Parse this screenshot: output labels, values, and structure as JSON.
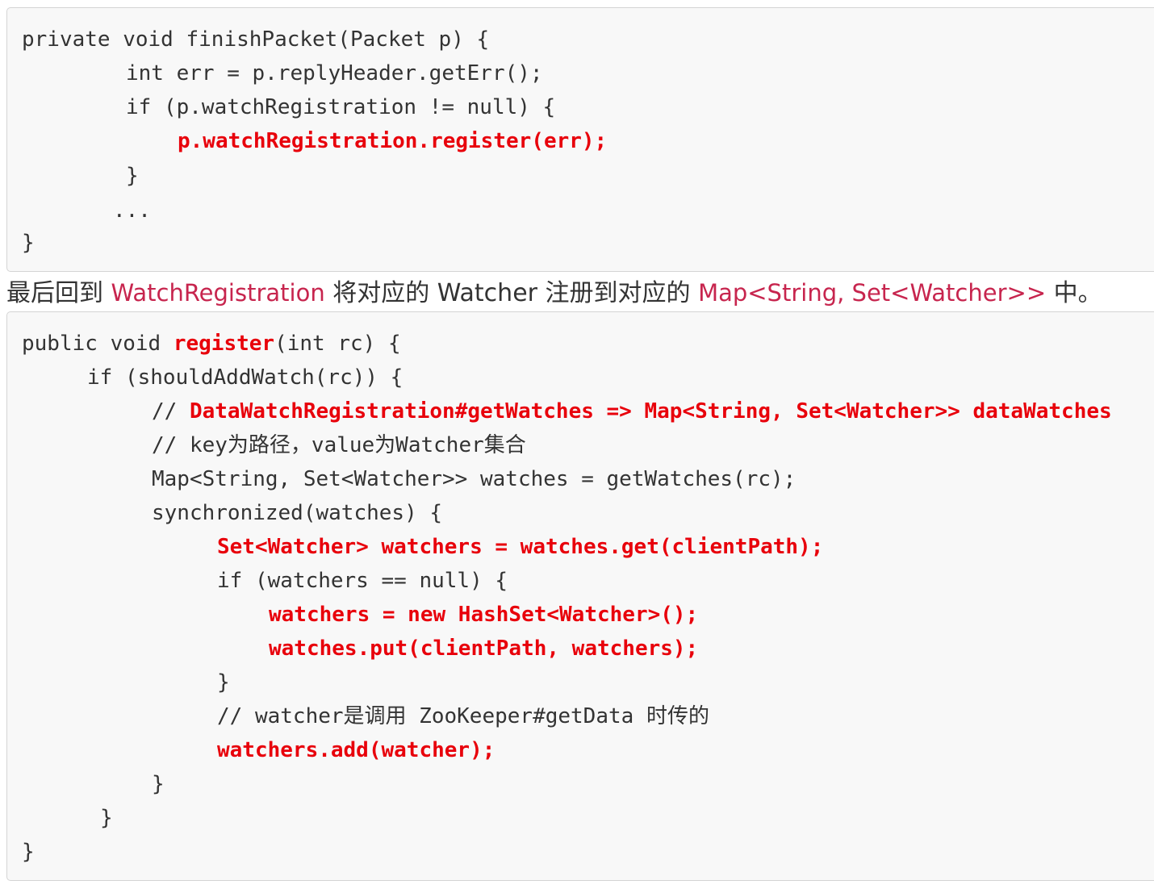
{
  "code_block_1": {
    "lines": [
      "private void finishPacket(Packet p) {",
      "int err = p.replyHeader.getErr();",
      "if (p.watchRegistration != null) {",
      "p.watchRegistration.register(err);",
      "}",
      "...",
      "}"
    ]
  },
  "paragraph": {
    "part1": "最后回到 ",
    "code1": "WatchRegistration",
    "part2": " 将对应的 Watcher 注册到对应的 ",
    "code2": "Map<String, Set<Watcher>>",
    "part3": " 中。"
  },
  "code_block_2": {
    "lines": [
      {
        "pre": "public void ",
        "hl": "register",
        "post": "(int rc) {"
      },
      {
        "text": "if (shouldAddWatch(rc)) {"
      },
      {
        "pre": "// ",
        "hl": "DataWatchRegistration#getWatches => Map<String, Set<Watcher>> dataWatches"
      },
      {
        "text": "// key为路径，value为Watcher集合"
      },
      {
        "text": "Map<String, Set<Watcher>> watches = getWatches(rc);"
      },
      {
        "text": "synchronized(watches) {"
      },
      {
        "text": "Set<Watcher> watchers = watches.get(clientPath);"
      },
      {
        "text": "if (watchers == null) {"
      },
      {
        "text": "watchers = new HashSet<Watcher>();"
      },
      {
        "text": "watches.put(clientPath, watchers);"
      },
      {
        "text": "}"
      },
      {
        "text": "// watcher是调用 ZooKeeper#getData 时传的"
      },
      {
        "text": "watchers.add(watcher);"
      },
      {
        "text": "}"
      },
      {
        "text": "}"
      },
      {
        "text": "}"
      }
    ]
  },
  "colors": {
    "highlight": "#e8000b",
    "inline_code": "#c7254e",
    "code_background": "#f8f8f8",
    "text": "#333333"
  }
}
